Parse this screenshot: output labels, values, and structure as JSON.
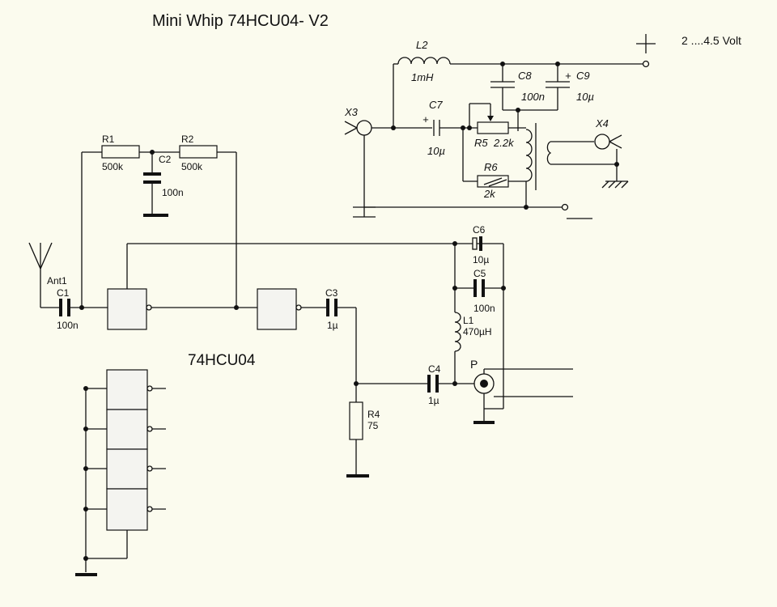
{
  "title": "Mini Whip 74HCU04- V2",
  "ic_label": "74HCU04",
  "supply_label": "2 ....4.5 Volt",
  "components": {
    "ant1": {
      "ref": "Ant1"
    },
    "c1": {
      "ref": "C1",
      "value": "100n"
    },
    "r1": {
      "ref": "R1",
      "value": "500k"
    },
    "r2": {
      "ref": "R2",
      "value": "500k"
    },
    "c2": {
      "ref": "C2",
      "value": "100n"
    },
    "c3": {
      "ref": "C3",
      "value": "1µ"
    },
    "c4": {
      "ref": "C4",
      "value": "1µ"
    },
    "c5": {
      "ref": "C5",
      "value": "100n"
    },
    "c6": {
      "ref": "C6",
      "value": "10µ"
    },
    "l1": {
      "ref": "L1",
      "value": "470µH"
    },
    "r4": {
      "ref": "R4",
      "value": "75"
    },
    "p": {
      "ref": "P"
    },
    "x3": {
      "ref": "X3"
    },
    "x4": {
      "ref": "X4"
    },
    "l2": {
      "ref": "L2",
      "value": "1mH"
    },
    "c7": {
      "ref": "C7",
      "value": "10µ",
      "polarity": "+"
    },
    "c8": {
      "ref": "C8",
      "value": "100n"
    },
    "c9": {
      "ref": "C9",
      "value": "10µ",
      "polarity": "+"
    },
    "r5": {
      "ref": "R5",
      "value": "2.2k"
    },
    "r6": {
      "ref": "R6",
      "value": "2k"
    }
  }
}
